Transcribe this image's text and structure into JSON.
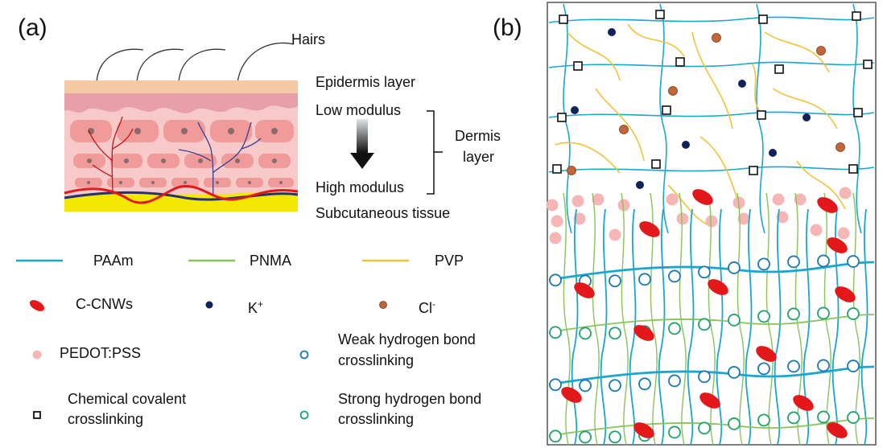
{
  "panel_labels": {
    "a": "(a)",
    "b": "(b)"
  },
  "skin_diagram": {
    "hairs": "Hairs",
    "epidermis": "Epidermis layer",
    "low_modulus": "Low modulus",
    "high_modulus": "High modulus",
    "dermis_line1": "Dermis",
    "dermis_line2": "layer",
    "subcutaneous": "Subcutaneous tissue"
  },
  "legend": {
    "paam": "PAAm",
    "pnma": "PNMA",
    "pvp": "PVP",
    "ccnws": "C-CNWs",
    "k_ion": "K",
    "k_sup": "+",
    "cl_ion": "Cl",
    "cl_sup": "-",
    "pedot": "PEDOT:PSS",
    "weak_line1": "Weak hydrogen bond",
    "weak_line2": "crosslinking",
    "chem_line1": "Chemical covalent",
    "chem_line2": "crosslinking",
    "strong_line1": "Strong hydrogen bond",
    "strong_line2": "crosslinking"
  },
  "colors": {
    "paam": "#19a7cf",
    "pnma": "#86c45a",
    "pvp": "#f2c13a",
    "ccnws": "#e3181b",
    "k_ion": "#0f2358",
    "cl_ion": "#c2663a",
    "pedot": "#f6b6b6",
    "weak_node": "#1c78b4",
    "strong_node": "#20a36a",
    "chem_node": "#111111"
  }
}
